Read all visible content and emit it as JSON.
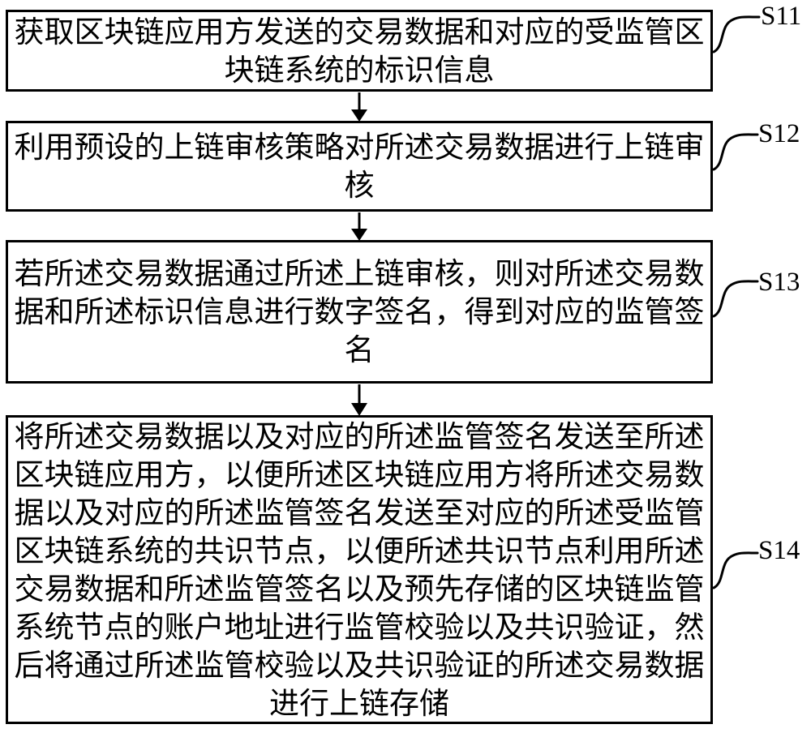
{
  "figure": {
    "background_color": "#ffffff",
    "line_color": "#000000",
    "steps": [
      {
        "label": "S11",
        "lines": [
          "获取区块链应用方发送的交易数据和对应的受监管区",
          "块链系统的标识信息"
        ]
      },
      {
        "label": "S12",
        "lines": [
          "利用预设的上链审核策略对所述交易数据进行上链审",
          "核"
        ]
      },
      {
        "label": "S13",
        "lines": [
          "若所述交易数据通过所述上链审核，则对所述交易数",
          "据和所述标识信息进行数字签名，得到对应的监管签",
          "名"
        ]
      },
      {
        "label": "S14",
        "lines": [
          "将所述交易数据以及对应的所述监管签名发送至所述",
          "区块链应用方，以便所述区块链应用方将所述交易数",
          "据以及对应的所述监管签名发送至对应的所述受监管",
          "区块链系统的共识节点，以便所述共识节点利用所述",
          "交易数据和所述监管签名以及预先存储的区块链监管",
          "系统节点的账户地址进行监管校验以及共识验证，然",
          "后将通过所述监管校验以及共识验证的所述交易数据",
          "进行上链存储"
        ]
      }
    ]
  }
}
